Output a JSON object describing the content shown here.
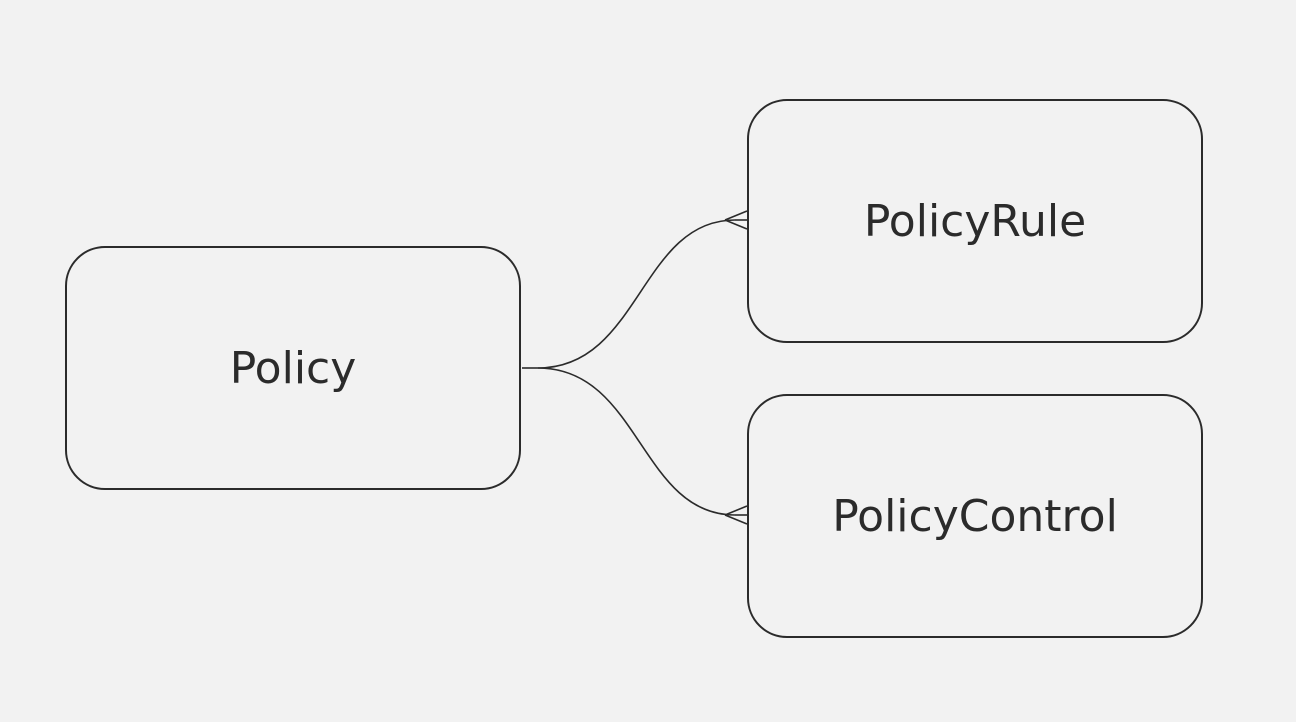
{
  "diagram": {
    "type": "entity-relationship",
    "background_color": "#f2f2f2",
    "line_color": "#2b2b2b",
    "entities": [
      {
        "id": "policy",
        "label": "Policy"
      },
      {
        "id": "policyrule",
        "label": "PolicyRule"
      },
      {
        "id": "policycontrol",
        "label": "PolicyControl"
      }
    ],
    "relationships": [
      {
        "from": "policy",
        "to": "policyrule",
        "from_end": "one",
        "to_end": "many"
      },
      {
        "from": "policy",
        "to": "policycontrol",
        "from_end": "one",
        "to_end": "many"
      }
    ]
  }
}
